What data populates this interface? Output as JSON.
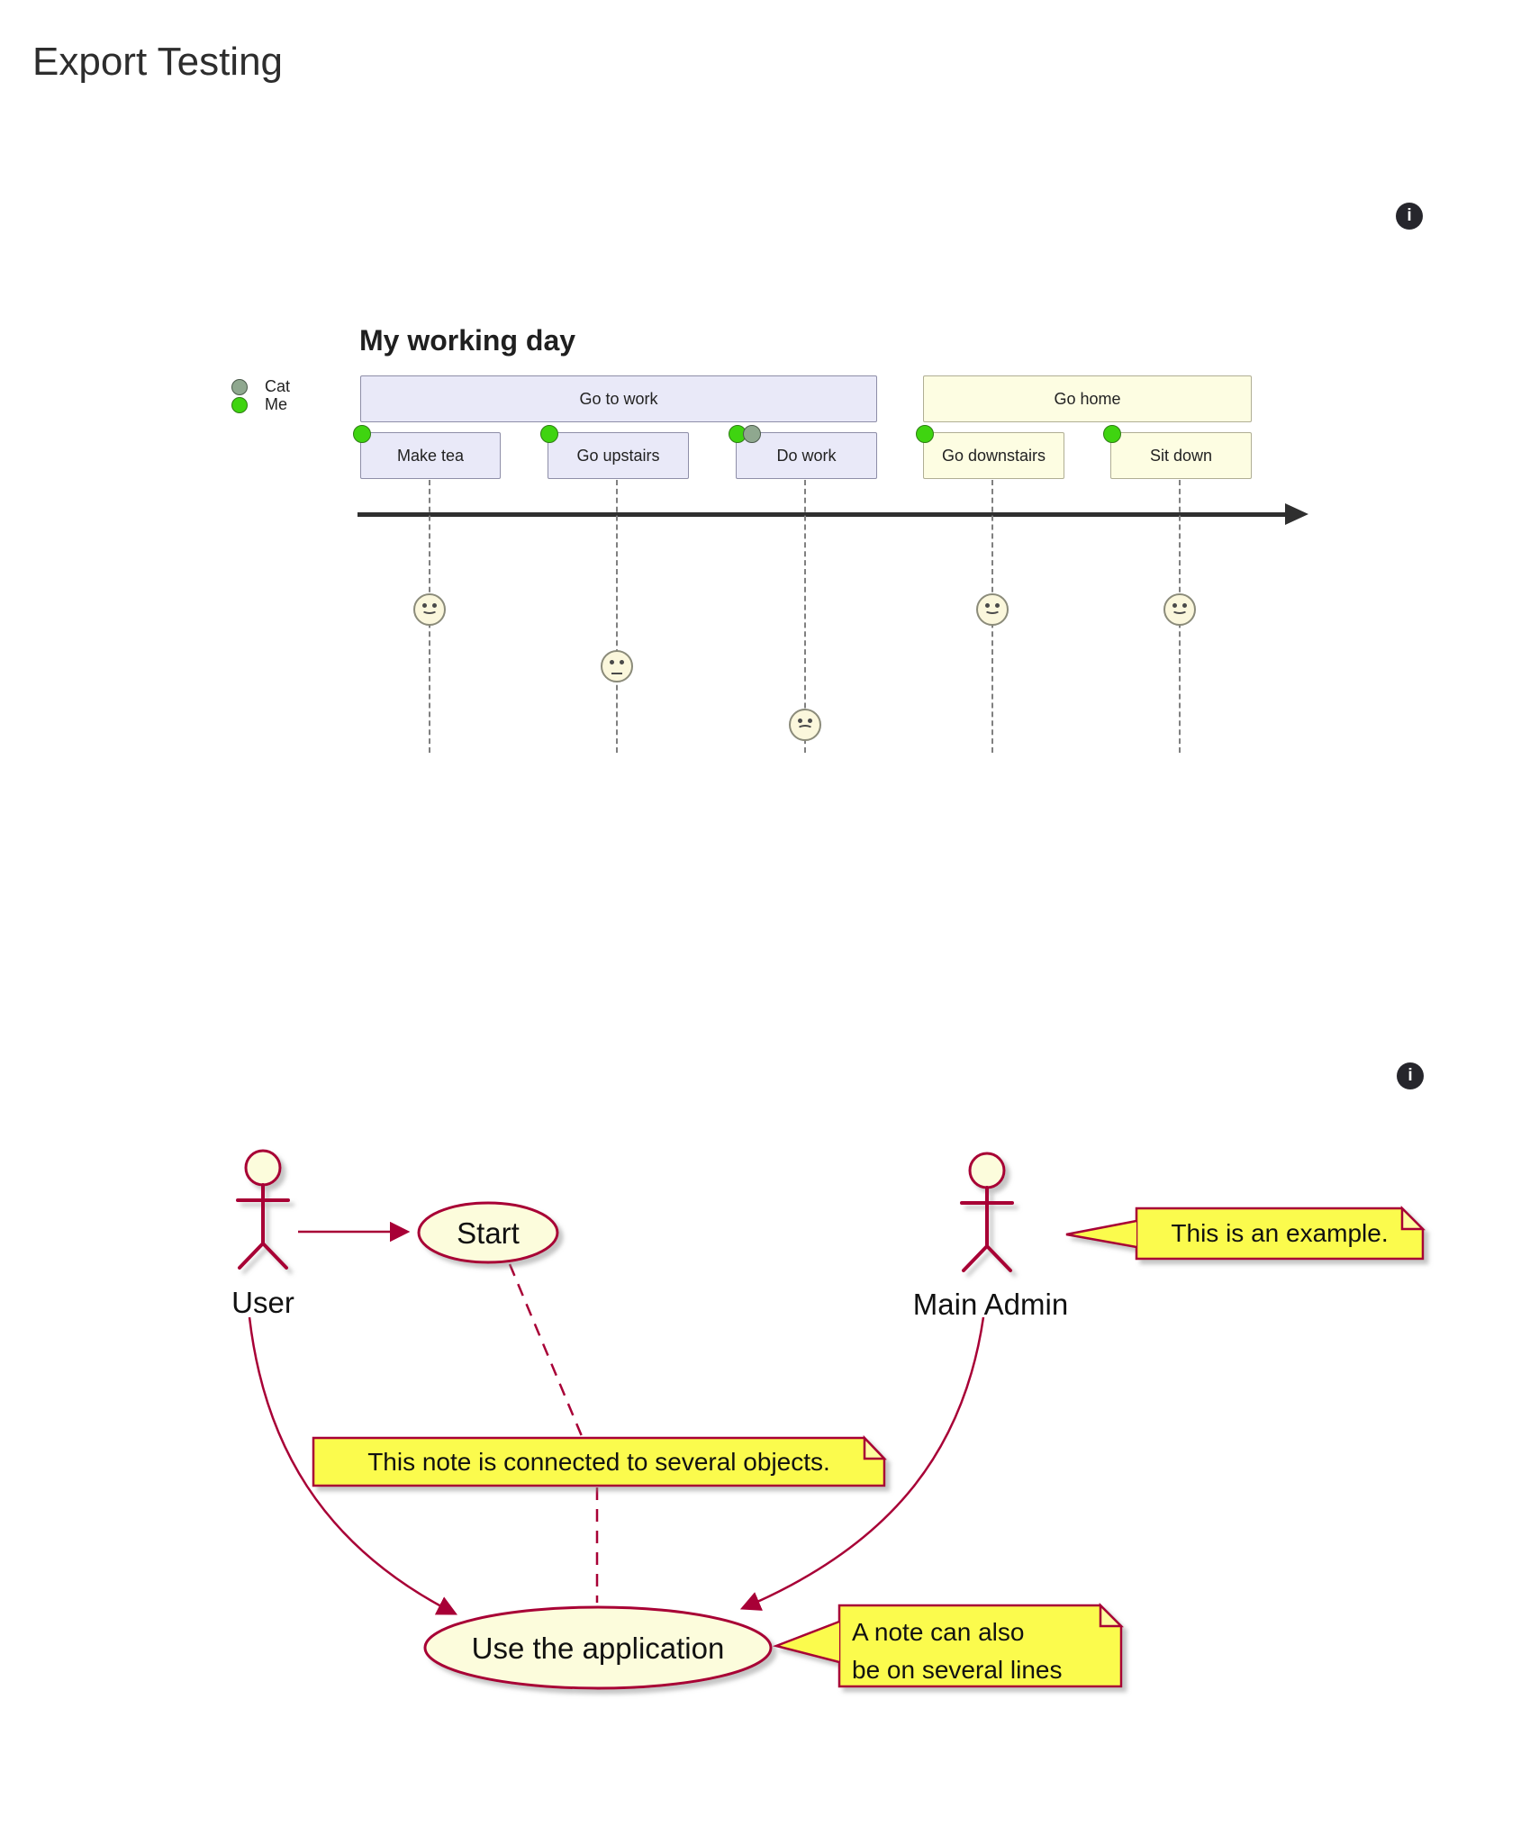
{
  "page": {
    "title": "Export Testing"
  },
  "icons": {
    "info_glyph": "i"
  },
  "colors": {
    "uml_stroke": "#A80036",
    "note_fill": "#FBFB4E",
    "note_fold_fill": "#FDFD9E",
    "shape_fill": "#FCFCDC",
    "lavender_fill": "#E9E9F8",
    "cream_fill": "#FDFDE2",
    "marker_green": "#3FD410",
    "marker_gray": "#8FA88F",
    "axis_color": "#2F2F2F",
    "info_icon_bg": "#26262c"
  },
  "timeline_diagram": {
    "title": "My working day",
    "legend": [
      {
        "label": "Cat",
        "color": "#8FA88F"
      },
      {
        "label": "Me",
        "color": "#3FD410"
      }
    ],
    "groups": [
      {
        "label": "Go to work",
        "type": "work"
      },
      {
        "label": "Go home",
        "type": "home"
      }
    ],
    "tasks": [
      {
        "label": "Make tea",
        "type": "work",
        "markers": [
          "me"
        ]
      },
      {
        "label": "Go upstairs",
        "type": "work",
        "markers": [
          "me"
        ]
      },
      {
        "label": "Do work",
        "type": "work",
        "markers": [
          "me",
          "cat"
        ]
      },
      {
        "label": "Go downstairs",
        "type": "home",
        "markers": [
          "me"
        ]
      },
      {
        "label": "Sit down",
        "type": "home",
        "markers": [
          "me"
        ]
      }
    ],
    "moods": [
      "happy",
      "neutral",
      "sad",
      "happy",
      "happy"
    ]
  },
  "usecase_diagram": {
    "actors": [
      {
        "name": "User"
      },
      {
        "name": "Main Admin"
      }
    ],
    "usecases": [
      {
        "label": "Start"
      },
      {
        "label": "Use the application"
      }
    ],
    "notes": [
      {
        "text": "This is an example."
      },
      {
        "text": "This note is connected to several objects."
      },
      {
        "text": "A note can also\nbe on several lines"
      }
    ]
  }
}
